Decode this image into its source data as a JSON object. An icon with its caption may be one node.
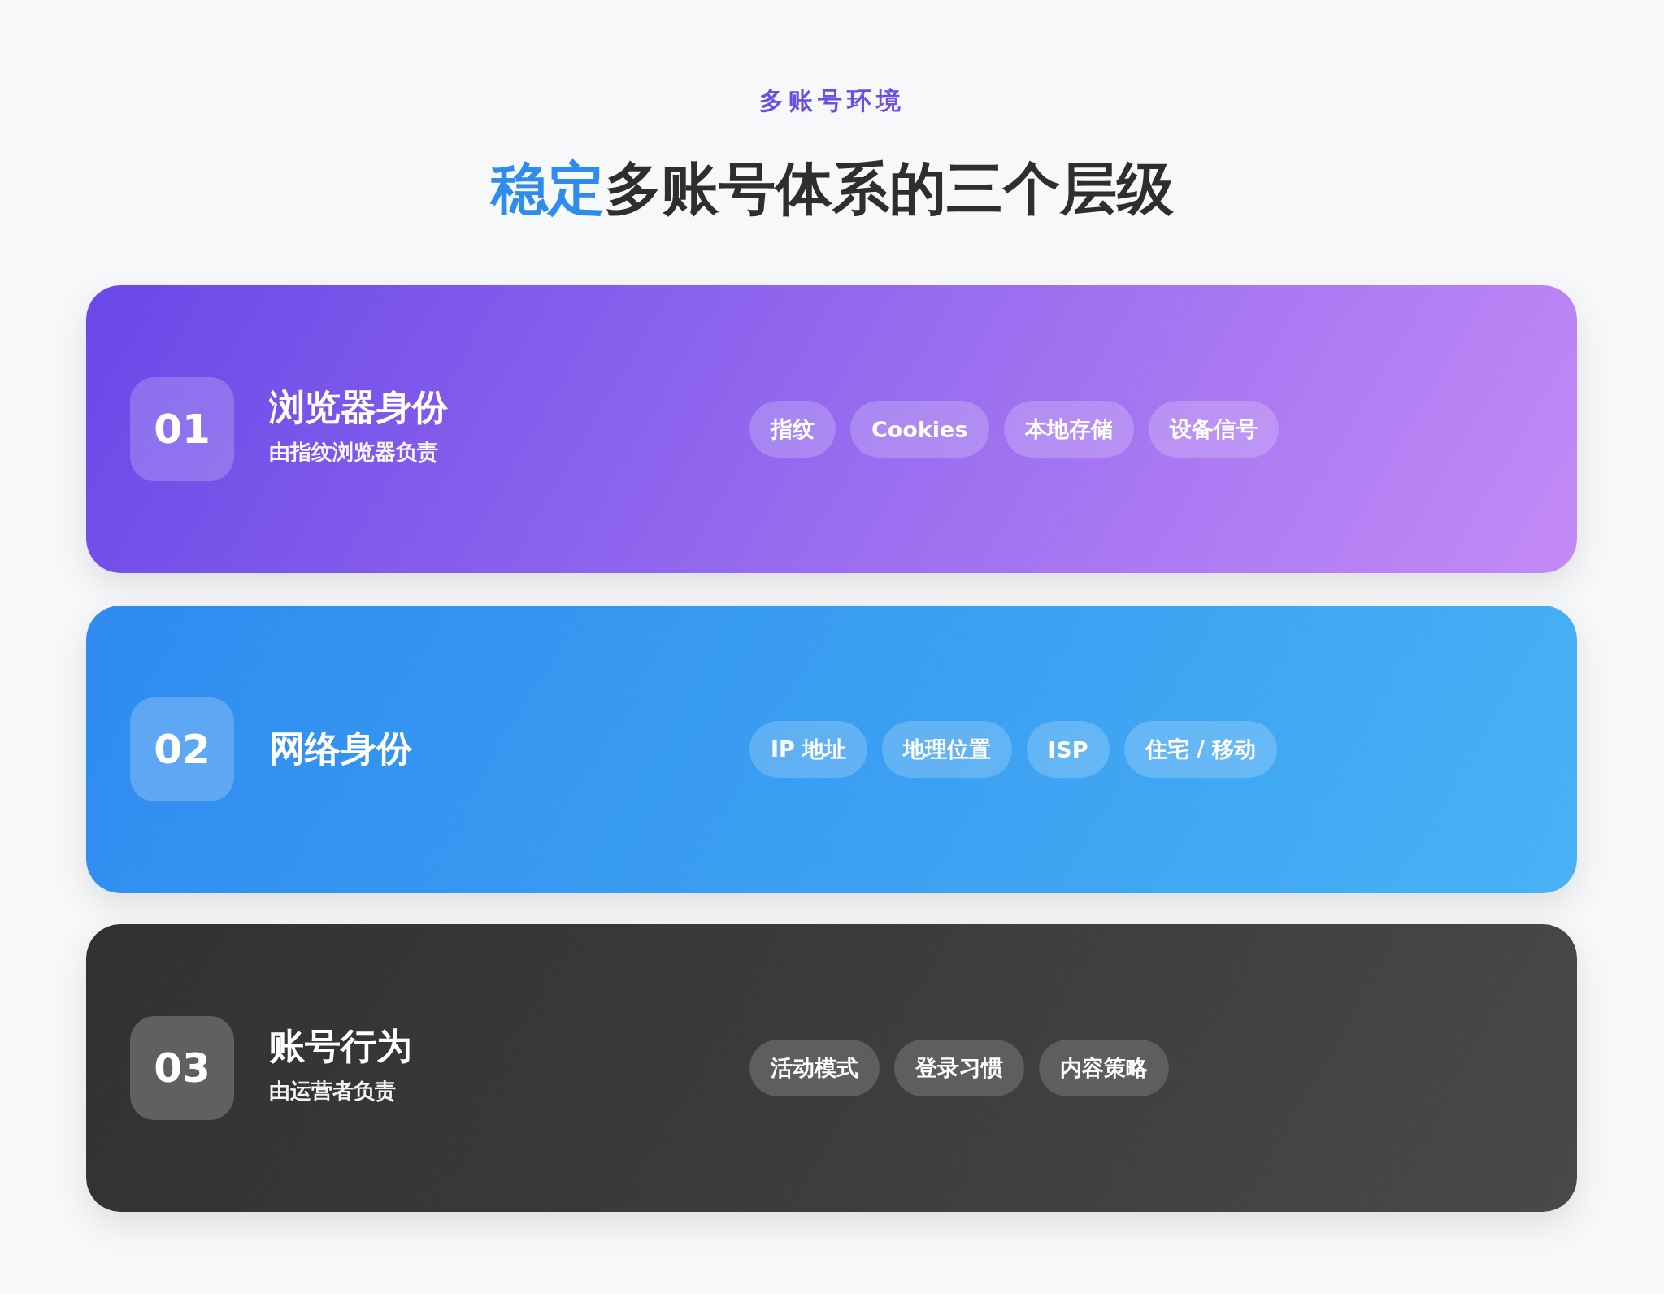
{
  "diagram": {
    "title": "**稳定**多账号体系的三个层级",
    "labels": [
      "多账号环境"
    ],
    "nodes": [
      {
        "text": [
          "浏览器身份",
          "由指纹浏览器负责"
        ]
      },
      {
        "text": [
          "01"
        ],
        "in": 0
      },
      {
        "text": [
          "指纹"
        ],
        "in": 0
      },
      {
        "text": [
          "Cookies"
        ],
        "in": 0
      },
      {
        "text": [
          "本地存储"
        ],
        "in": 0
      },
      {
        "text": [
          "设备信号"
        ],
        "in": 0
      },
      {
        "text": [
          "网络身份"
        ]
      },
      {
        "text": [
          "02"
        ],
        "in": 6
      },
      {
        "text": [
          "IP 地址"
        ],
        "in": 6
      },
      {
        "text": [
          "地理位置"
        ],
        "in": 6
      },
      {
        "text": [
          "ISP"
        ],
        "in": 6
      },
      {
        "text": [
          "住宅 / 移动"
        ],
        "in": 6
      },
      {
        "text": [
          "账号行为",
          "由运营者负责"
        ]
      },
      {
        "text": [
          "03"
        ],
        "in": 12
      },
      {
        "text": [
          "活动模式"
        ],
        "in": 12
      },
      {
        "text": [
          "登录习惯"
        ],
        "in": 12
      },
      {
        "text": [
          "内容策略"
        ],
        "in": 12
      }
    ]
  }
}
